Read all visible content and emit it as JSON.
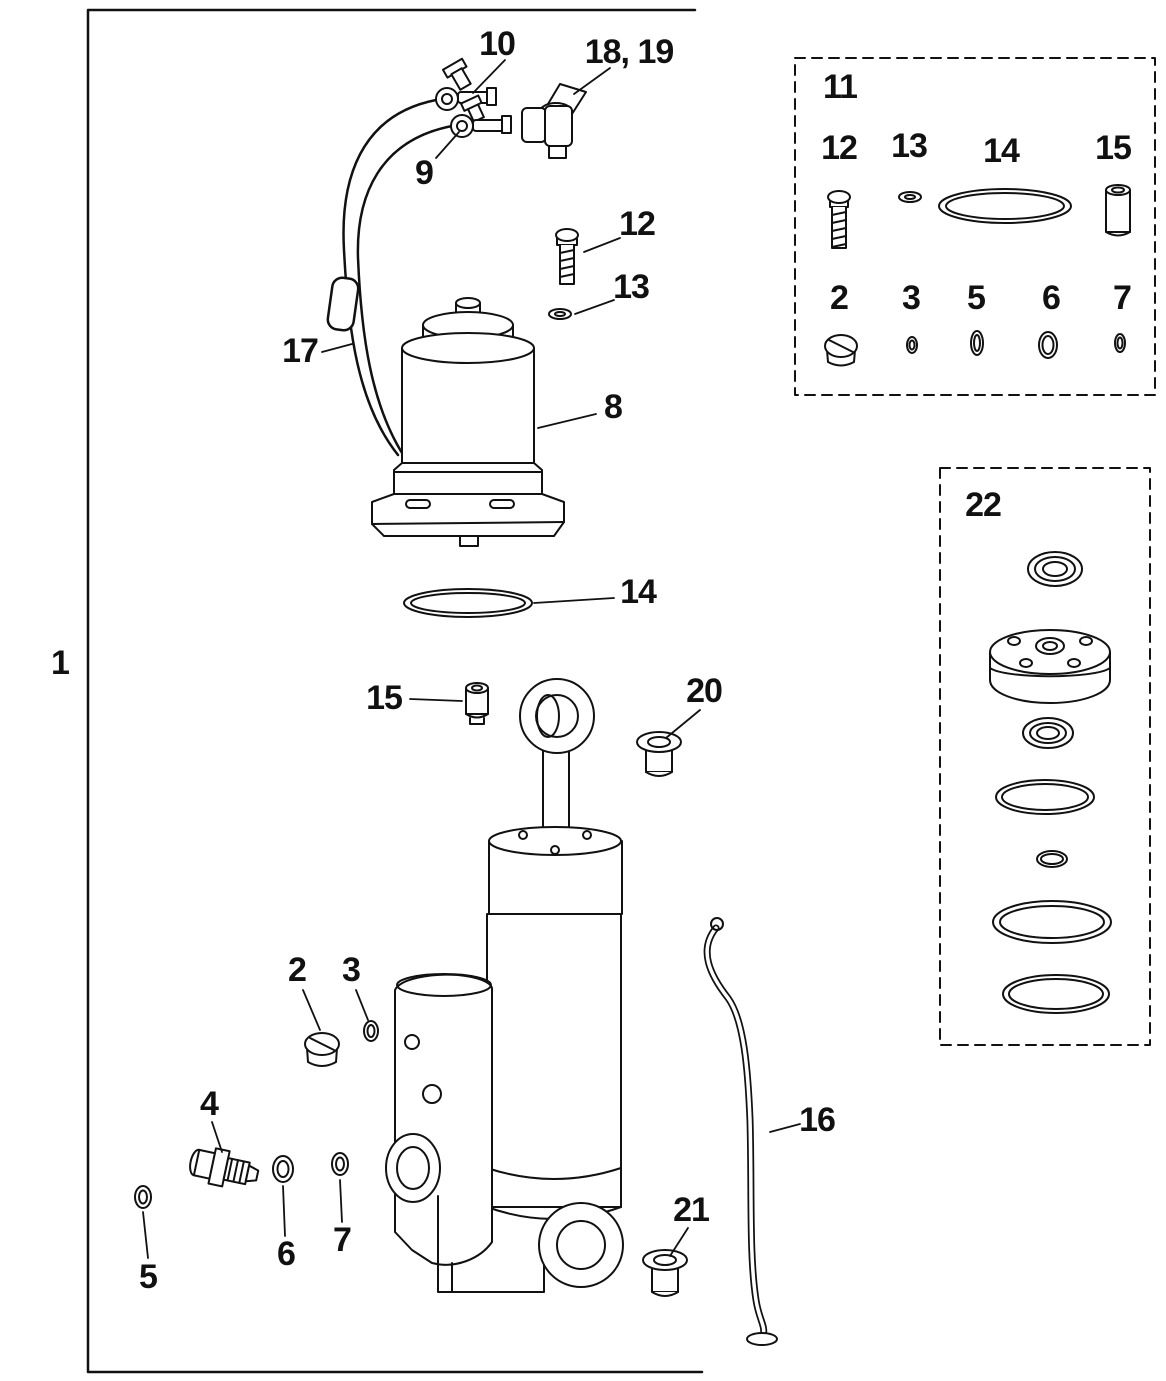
{
  "main_view": {
    "border_label": "1",
    "labels": {
      "l2": "2",
      "l3": "3",
      "l4": "4",
      "l5": "5",
      "l6": "6",
      "l7": "7",
      "l8": "8",
      "l9": "9",
      "l10": "10",
      "l12": "12",
      "l13": "13",
      "l14": "14",
      "l15": "15",
      "l16": "16",
      "l17": "17",
      "l18_19": "18, 19",
      "l20": "20",
      "l21": "21"
    }
  },
  "kit11": {
    "title": "11",
    "row1": [
      "12",
      "13",
      "14",
      "15"
    ],
    "row2": [
      "2",
      "3",
      "5",
      "6",
      "7"
    ]
  },
  "kit22": {
    "title": "22"
  }
}
